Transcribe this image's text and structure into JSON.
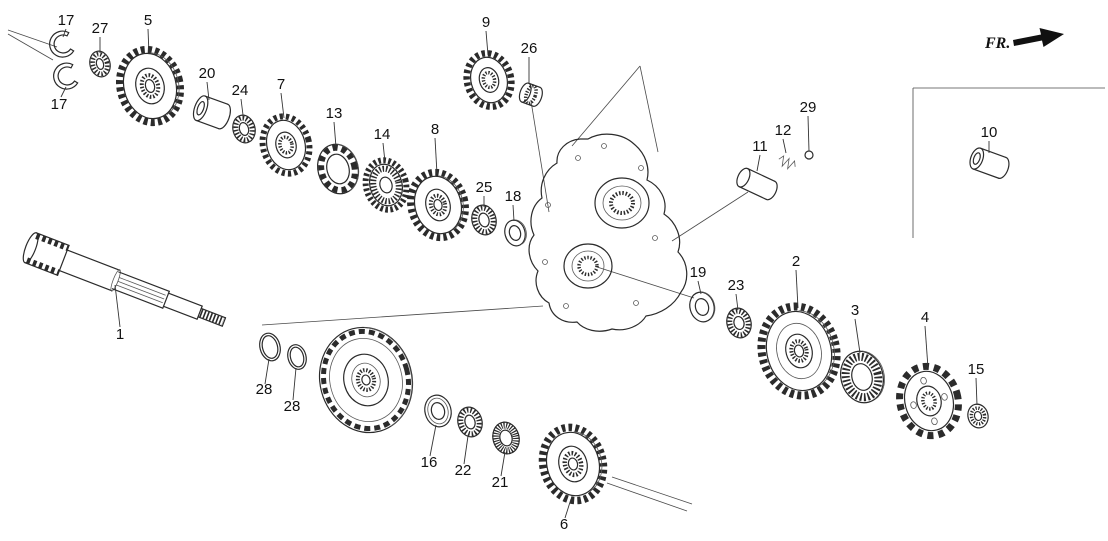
{
  "page": {
    "background": "#ffffff",
    "line_color": "#2b2b2b"
  },
  "fr_label": "FR.",
  "callouts": {
    "c17_top": "17",
    "c27": "27",
    "c5": "5",
    "c17_bottom": "17",
    "c20": "20",
    "c24": "24",
    "c7": "7",
    "c13": "13",
    "c14": "14",
    "c8": "8",
    "c9": "9",
    "c26": "26",
    "c25": "25",
    "c18": "18",
    "c11": "11",
    "c12": "12",
    "c29": "29",
    "c10": "10",
    "c19": "19",
    "c23": "23",
    "c2": "2",
    "c3": "3",
    "c4": "4",
    "c15": "15",
    "c1": "1",
    "c28_a": "28",
    "c28_b": "28",
    "c16": "16",
    "c22": "22",
    "c21": "21",
    "c6": "6"
  }
}
